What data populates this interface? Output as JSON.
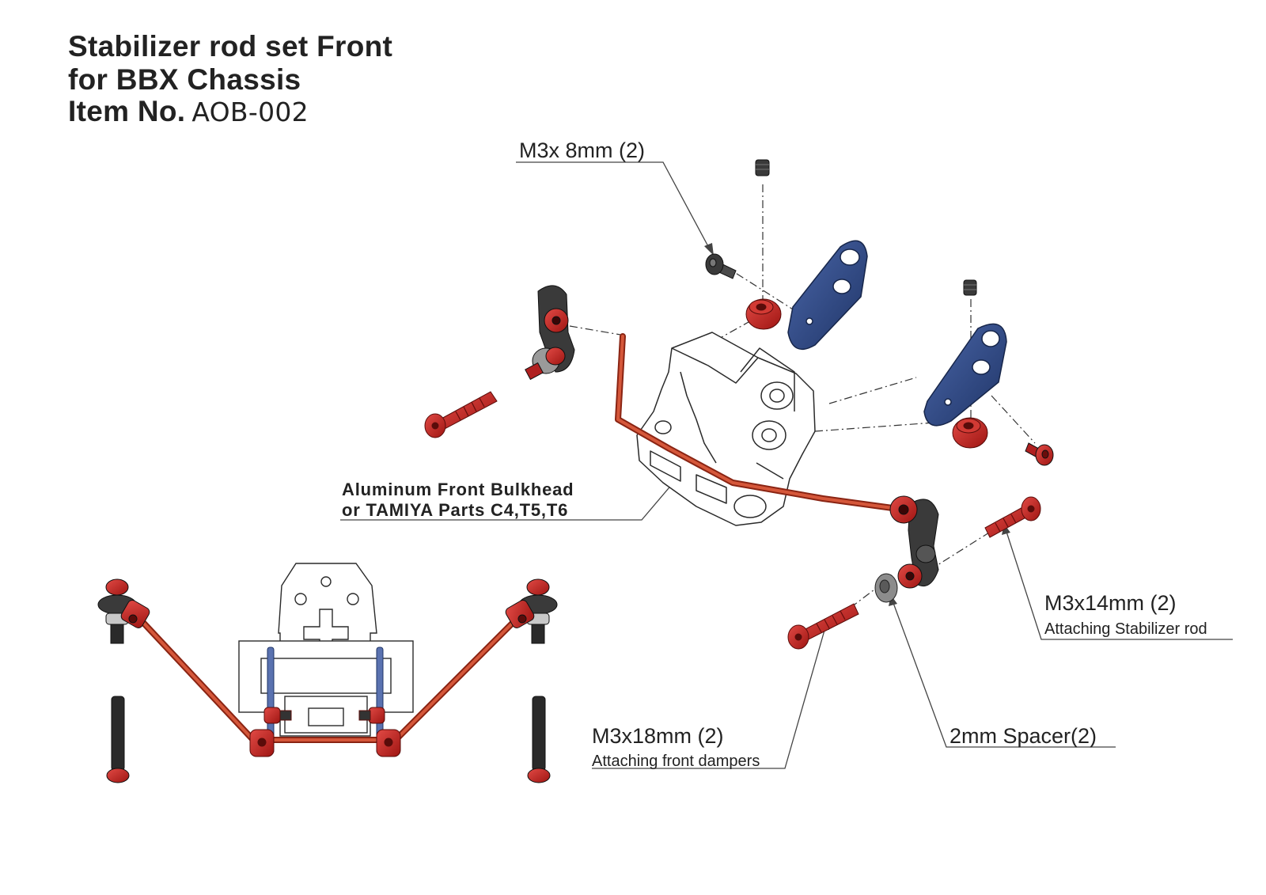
{
  "title": {
    "line1": "Stabilizer rod set Front",
    "line2": "for BBX Chassis",
    "line3_label": "Item No.",
    "line3_value": "AOB-002"
  },
  "callouts": {
    "m3x8": "M3x 8mm (2)",
    "bulkhead_line1": "Aluminum Front Bulkhead",
    "bulkhead_line2": "or TAMIYA Parts C4,T5,T6",
    "m3x14": "M3x14mm (2)",
    "m3x14_desc": "Attaching Stabilizer rod",
    "m3x18": "M3x18mm (2)",
    "m3x18_desc": "Attaching front dampers",
    "spacer": "2mm Spacer(2)"
  },
  "colors": {
    "red": "#c0201f",
    "blue": "#2f4a86",
    "dark": "#3a3a3a",
    "rod": "#c8452a",
    "line": "#444444"
  }
}
